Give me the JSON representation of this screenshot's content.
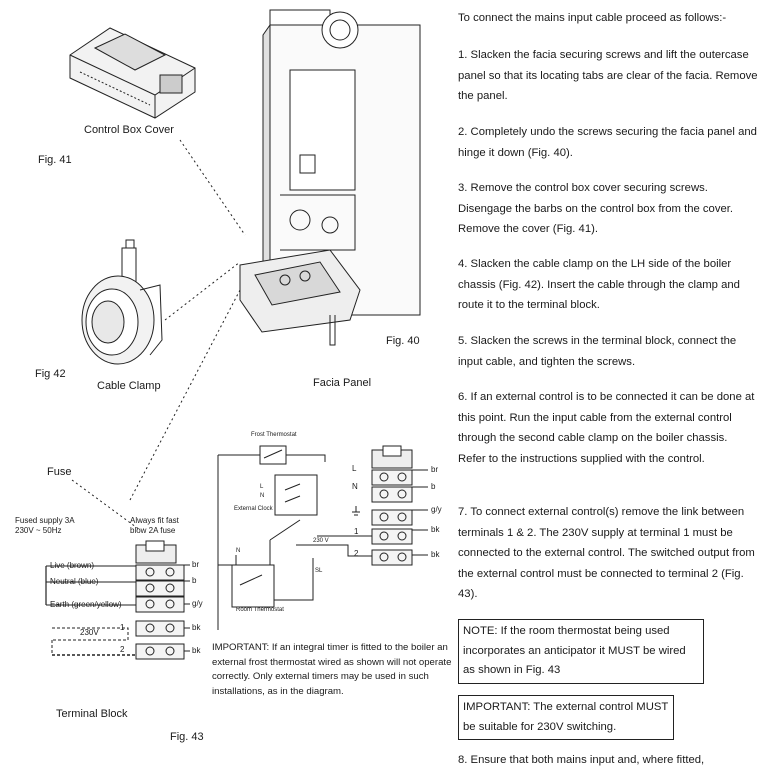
{
  "diagram": {
    "control_box_cover": "Control Box Cover",
    "fig41": "Fig. 41",
    "cable_clamp": "Cable Clamp",
    "fig42": "Fig 42",
    "fig40": "Fig. 40",
    "facia_panel": "Facia Panel",
    "fuse": "Fuse",
    "fused_supply_line1": "Fused supply 3A",
    "fused_supply_line2": "230V ~ 50Hz",
    "always_fit_line1": "Always fit fast",
    "always_fit_line2": "blow 2A fuse",
    "live": "Live (brown)",
    "neutral": "Neutral (blue)",
    "earth": "Earth (green/yellow)",
    "v230": "230V",
    "term1": "1",
    "term2": "2",
    "br": "br",
    "b": "b",
    "gy": "g/y",
    "bk": "bk",
    "terminal_block": "Terminal Block",
    "fig43": "Fig. 43",
    "frost_thermostat": "Frost Thermostat",
    "external_clock": "External Clock",
    "room_thermostat": "Room Thermostat",
    "L": "L",
    "N": "N",
    "SL": "SL",
    "v230_small": "230 V",
    "important_note": "IMPORTANT: If an integral timer is fitted to the boiler an external frost thermostat wired as shown will not operate correctly. Only external timers may be used in such installations, as in the diagram."
  },
  "text": {
    "intro": "To connect the mains input cable proceed as follows:-",
    "p1": "1. Slacken the facia securing screws and lift the outercase panel so that its locating tabs are clear of the facia. Remove the panel.",
    "p2": "2. Completely undo the screws securing the facia panel and hinge it down (Fig. 40).",
    "p3": "3. Remove the control box cover securing screws. Disengage the barbs on the control box from the cover. Remove the cover (Fig. 41).",
    "p4": "4. Slacken the cable clamp on the LH side of the boiler chassis (Fig. 42). Insert the cable through the clamp and route it to the terminal block.",
    "p5": "5. Slacken the screws in the terminal block, connect the input cable, and tighten the screws.",
    "p6": "6. If an external control is to be connected it can be done at this point. Run the input cable from the external control through the second cable clamp on the boiler chassis. Refer to the instructions supplied with the control.",
    "p7": "7. To connect external control(s) remove the link between terminals 1 & 2. The 230V supply at terminal 1 must be connected to the external control. The switched output from the external control must be connected to terminal 2 (Fig. 43).",
    "note": "NOTE: If the room thermostat being used incorporates an anticipator it MUST be wired as shown in Fig. 43",
    "important": "IMPORTANT: The external control MUST be suitable for 230V switching.",
    "p8": "8. Ensure that both mains input and, where fitted,"
  }
}
